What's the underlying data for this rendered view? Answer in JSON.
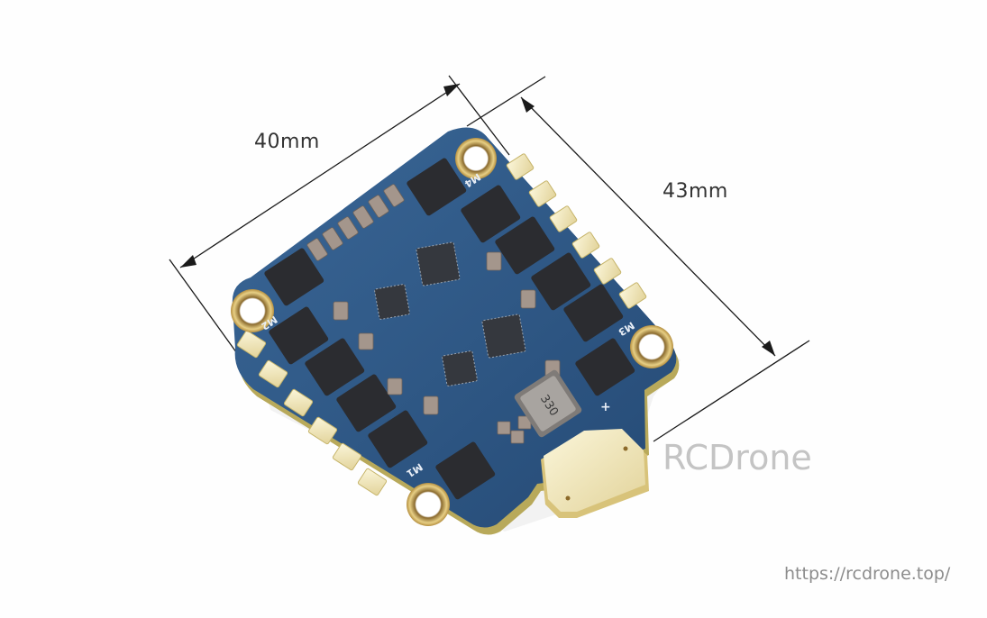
{
  "photo": {
    "subject": "4-in-1 ESC circuit board",
    "background_color": "#fefefe",
    "board_color": "#2c4f7c",
    "pad_color": "#f3ecc6",
    "chip_color": "#2b2c30",
    "dimensions": {
      "width_label": "40mm",
      "height_label": "43mm"
    },
    "board_markings": {
      "motor_labels": [
        "M1",
        "M2",
        "M3",
        "M4"
      ],
      "inductor_marking": "330",
      "power_plus": "+"
    },
    "watermark": "RCDrone",
    "url": "https://rcdrone.top/"
  }
}
